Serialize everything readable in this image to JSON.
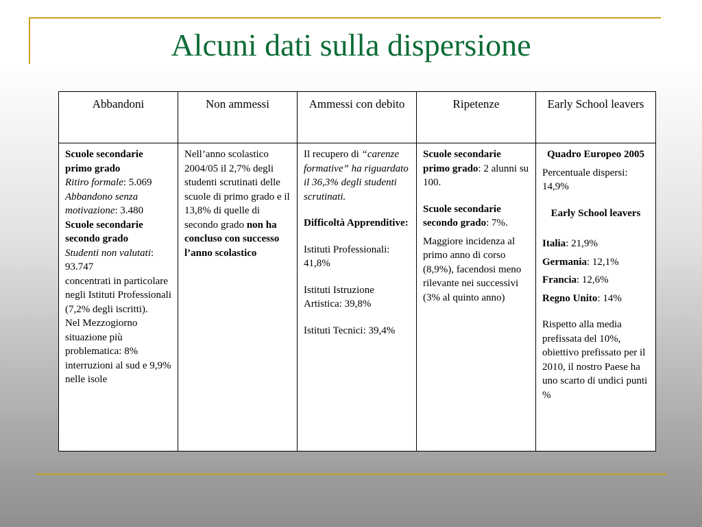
{
  "slide": {
    "title": "Alcuni dati sulla dispersione"
  },
  "table": {
    "headers": [
      "Abbandoni",
      "Non ammessi",
      "Ammessi con debito",
      "Ripetenze",
      "Early School leavers"
    ],
    "col1": {
      "h1": "Scuole secondarie primo grado",
      "l1_label": "Ritiro formale",
      "l1_value": ": 5.069",
      "l2_label": "Abbandono senza motivazione",
      "l2_value": ": 3.480",
      "h2": "Scuole secondarie secondo grado",
      "l3_label": "Studenti non valutati",
      "l3_value": ": 93.747",
      "t1": "concentrati in particolare negli Istituti Professionali (7,2% degli iscritti).",
      "t2": "Nel Mezzogiorno situazione più problematica: 8% interruzioni al sud e 9,9% nelle isole"
    },
    "col2": {
      "text": "Nell’anno scolastico 2004/05 il 2,7% degli studenti scrutinati delle scuole di primo grado e il 13,8% di quelle di secondo grado ",
      "bold": "non ha concluso con successo l’anno scolastico"
    },
    "col3": {
      "t1": "Il recupero di ",
      "t1_italic": "“carenze formative” ha riguardato il 36,3% degli studenti scrutinati.",
      "h1": "Difficoltà Apprenditive:",
      "i1": "Istituti Professionali: 41,8%",
      "i2": "Istituti Istruzione Artistica: 39,8%",
      "i3": "Istituti Tecnici: 39,4%"
    },
    "col4": {
      "h1": "Scuole secondarie primo grado",
      "v1": ": 2 alunni su 100.",
      "h2": "Scuole secondarie secondo grado",
      "v2": ": 7%.",
      "t1": "Maggiore incidenza al primo anno di corso (8,9%), facendosi meno rilevante nei successivi (3% al quinto anno)"
    },
    "col5": {
      "h1": "Quadro Europeo 2005",
      "t1": "Percentuale dispersi: 14,9%",
      "h2": "Early School leavers",
      "countries": [
        {
          "name": "Italia",
          "value": ": 21,9%"
        },
        {
          "name": "Germania",
          "value": ": 12,1%"
        },
        {
          "name": "Francia",
          "value": ": 12,6%"
        },
        {
          "name": "Regno Unito",
          "value": ": 14%"
        }
      ],
      "t2": "Rispetto alla media prefissata del 10%, obiettivo prefissato per il 2010, il nostro Paese ha uno scarto di undici punti %"
    }
  }
}
